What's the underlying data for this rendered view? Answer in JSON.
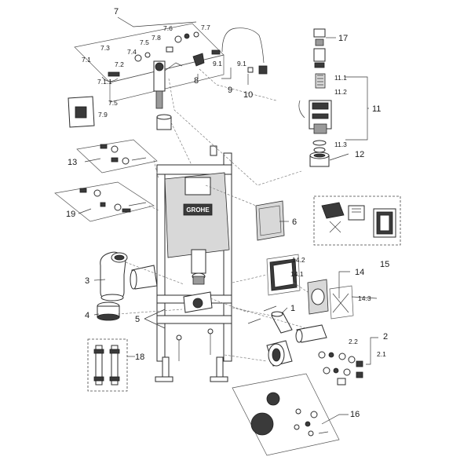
{
  "diagram": {
    "labels": {
      "l7": "7",
      "l7_7": "7.7",
      "l7_6": "7.6",
      "l7_8": "7.8",
      "l7_5b": "7.5",
      "l7_3": "7.3",
      "l7_4": "7.4",
      "l7_1": "7.1",
      "l7_2": "7.2",
      "l7_1_1": "7.1.1",
      "l7_5": "7.5",
      "l7_9": "7.9",
      "l8": "8",
      "l9_1a": "9.1",
      "l9_1b": "9.1",
      "l9": "9",
      "l10": "10",
      "l17": "17",
      "l11_1": "11.1",
      "l11_2": "11.2",
      "l11": "11",
      "l11_3": "11.3",
      "l12": "12",
      "l13": "13",
      "l19": "19",
      "l6": "6",
      "l15": "15",
      "l14_2": "14.2",
      "l14_1": "14.1",
      "l14": "14",
      "l14_3": "14.3",
      "l3": "3",
      "l1": "1",
      "l4": "4",
      "l5": "5",
      "l2": "2",
      "l2_2": "2.2",
      "l2_1": "2.1",
      "l18": "18",
      "l16": "16"
    },
    "brand": "GROHE"
  }
}
